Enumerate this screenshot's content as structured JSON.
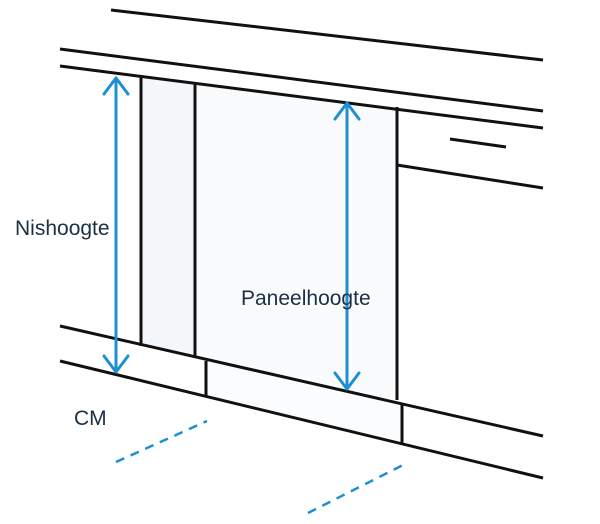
{
  "labels": {
    "niche_height": "Nishoogte",
    "panel_height": "Paneelhoogte",
    "unit": "CM"
  },
  "colors": {
    "line": "#111111",
    "dimension_arrow": "#1f8fd1",
    "panel_fill": "#f5f8fb",
    "text": "#1c2f44"
  }
}
